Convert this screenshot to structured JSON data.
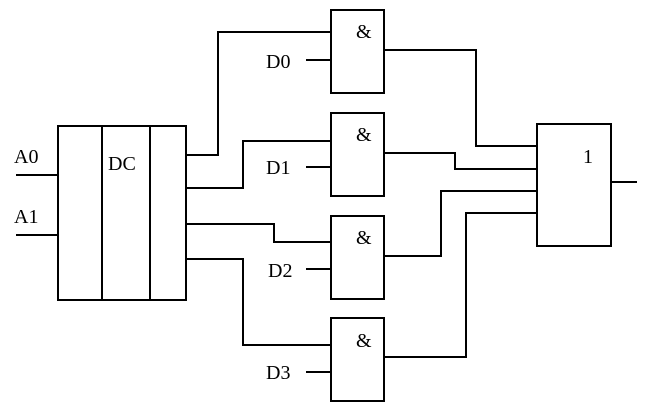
{
  "decoder": {
    "label": "DC",
    "inputs": [
      "A0",
      "A1"
    ]
  },
  "and_gates": {
    "symbol": "&",
    "data_inputs": [
      "D0",
      "D1",
      "D2",
      "D3"
    ]
  },
  "or_gate": {
    "symbol": "1"
  },
  "colors": {
    "stroke": "#000000",
    "background": "#ffffff"
  }
}
